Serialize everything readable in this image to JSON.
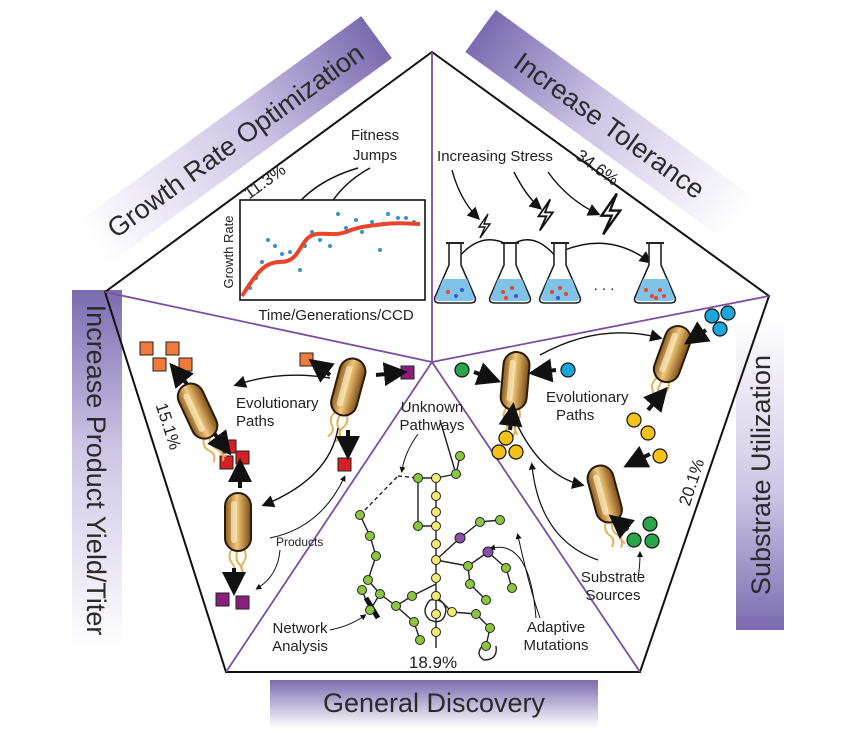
{
  "banners": {
    "growth": "Growth Rate Optimization",
    "tolerance": "Increase Tolerance",
    "substrate": "Substrate Utilization",
    "discovery": "General Discovery",
    "product": "Increase Product Yield/Titer"
  },
  "percentages": {
    "growth": "11.3%",
    "tolerance": "34.6%",
    "substrate": "20.1%",
    "discovery": "18.9%",
    "product": "15.1%"
  },
  "growth_panel": {
    "fitness_line1": "Fitness",
    "fitness_line2": "Jumps",
    "y_axis": "Growth Rate",
    "x_axis": "Time/Generations/CCD"
  },
  "tolerance_panel": {
    "stress": "Increasing Stress",
    "ellipsis": ". . ."
  },
  "product_panel": {
    "evo_line1": "Evolutionary",
    "evo_line2": "Paths",
    "products": "Products"
  },
  "substrate_panel": {
    "evo_line1": "Evolutionary",
    "evo_line2": "Paths",
    "sources_line1": "Substrate",
    "sources_line2": "Sources"
  },
  "discovery_panel": {
    "unknown_line1": "Unknown",
    "unknown_line2": "Pathways",
    "network_line1": "Network",
    "network_line2": "Analysis",
    "adaptive_line1": "Adaptive",
    "adaptive_line2": "Mutations"
  },
  "colors": {
    "banner": "#7b6bb0",
    "curve": "#e8452a",
    "dots": "#3a8fc9",
    "orange": "#f07a3a",
    "red": "#d81f26",
    "purple": "#8a1f7d",
    "green": "#2aa64a",
    "yellow": "#f5c21a",
    "cyan": "#1aa6dc",
    "node_green": "#8cc63f",
    "node_yellow": "#f0ea70"
  }
}
